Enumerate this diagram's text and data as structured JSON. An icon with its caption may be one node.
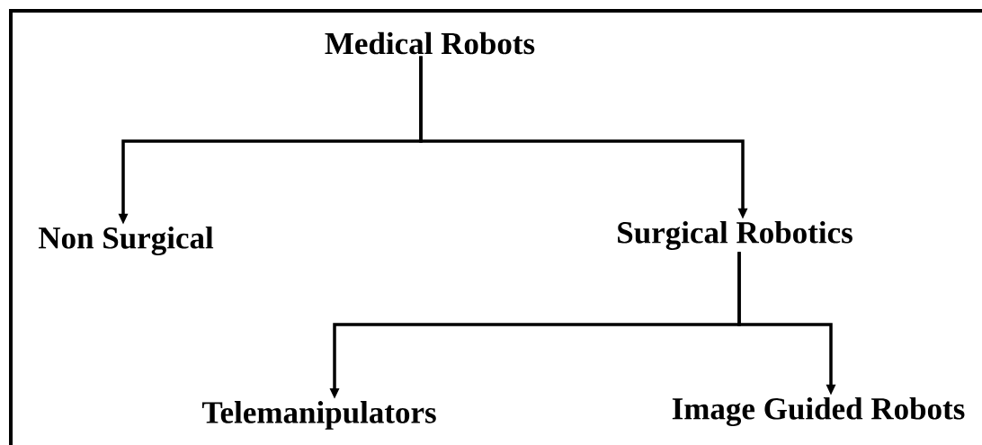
{
  "diagram": {
    "nodes": [
      {
        "text": [
          "Medical Robots"
        ]
      },
      {
        "text": [
          "Non Surgical"
        ]
      },
      {
        "text": [
          "Surgical Robotics"
        ]
      },
      {
        "text": [
          "Telemanipulators"
        ]
      },
      {
        "text": [
          "Image Guided Robots"
        ]
      }
    ],
    "edges": [
      {
        "from": 0,
        "to": 1,
        "arrow": "to"
      },
      {
        "from": 0,
        "to": 2,
        "arrow": "to"
      },
      {
        "from": 2,
        "to": 3,
        "arrow": "to"
      },
      {
        "from": 2,
        "to": 4,
        "arrow": "to"
      }
    ]
  }
}
